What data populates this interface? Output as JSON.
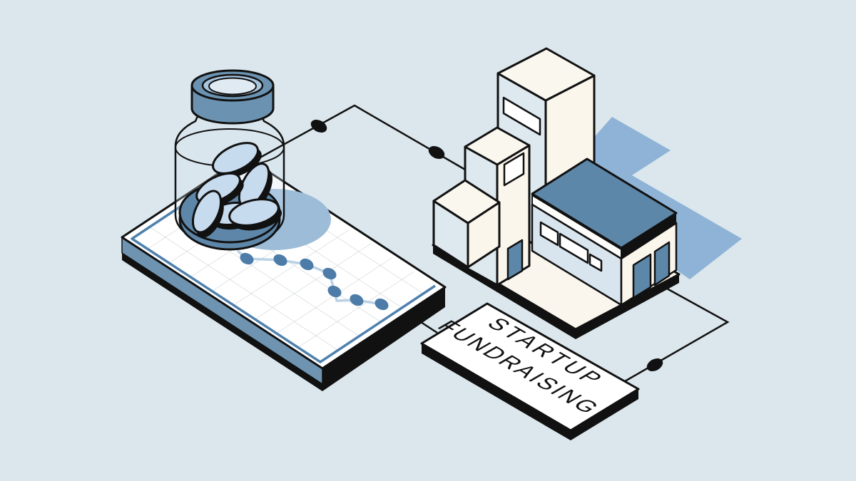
{
  "scene": {
    "description": "Isometric illustration of startup fundraising",
    "background_color": "#dbe7ed",
    "ink_color": "#111111"
  },
  "label_card": {
    "line1": "STARTUP",
    "line2": "FUNDRAISING",
    "face_color": "#ffffff",
    "text_color": "#111111"
  },
  "palette": {
    "accent_blue": "#5d87a8",
    "panel_side_blue": "#6e94b1",
    "soft_shadow_blue": "#8fb3d6",
    "jar_shadow_blue": "#9cbcd8",
    "coin_blue": "#c7dbee",
    "face_light_blue": "#dde8ef",
    "face_cream": "#faf6ec",
    "top_cream": "#faf7ef",
    "grid_gray": "#c9ced2",
    "axis_blue": "#4e81ad",
    "trend_line_blue": "#bad1e6",
    "trend_dot_blue": "#4c7ca7",
    "lid_blue": "#6b93b1",
    "lid_inner_blue": "#a9c6df"
  },
  "connectors": {
    "node_count": 3,
    "style": "thin black lines with elliptical nodes"
  },
  "chart_data": {
    "type": "line",
    "title": "",
    "xlabel": "",
    "ylabel": "",
    "categories": [
      1,
      2,
      3,
      4,
      5,
      6,
      7
    ],
    "values": [
      8.5,
      8.2,
      7.5,
      6.3,
      4.2,
      3.1,
      2.7
    ],
    "legend": [],
    "grid": true,
    "note": "decorative downward trend line on isometric grid board, no axis tick labels"
  }
}
